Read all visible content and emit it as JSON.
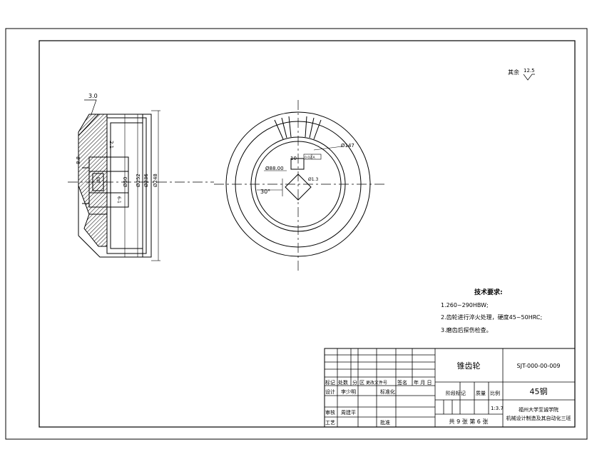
{
  "roughness": {
    "label": "其余",
    "value": "12.5"
  },
  "side_view": {
    "chamfer": "3.0",
    "dims": [
      "2.1",
      "8.8",
      "Ø5",
      "Ø50",
      "Ø252",
      "Ø236",
      "Ø248",
      "6-1"
    ]
  },
  "front_view": {
    "dims": [
      "Ø147",
      "10",
      "Ø88.00",
      "30°",
      "Ø1.3"
    ],
    "tol_frame": "0.02 A"
  },
  "tech_requirements": {
    "title": "技术要求:",
    "items": [
      "1.260~290HBW;",
      "2.齿轮进行淬火处理，硬度45~50HRC;",
      "3.磨齿后探伤检查。"
    ]
  },
  "title_block": {
    "part_name": "锥齿轮",
    "drawing_no": "SJT-000-00-009",
    "material": "45钢",
    "institution_1": "福州大学至诚学院",
    "institution_2": "机械设计制造及其自动化三班",
    "scale": "1:3.7",
    "sheets": "共 9 张  第 6 张",
    "row_labels": {
      "revision": [
        "标记",
        "处数",
        "分",
        "区",
        "更改文件号",
        "签名",
        "年 月 日"
      ],
      "design": "设计",
      "designer": "李少明",
      "standardize": "标准化",
      "review": "审核",
      "reviewer": "周建平",
      "process": "工艺",
      "approve": "批准",
      "stage_mark": "阶段标记",
      "weight": "质量",
      "scale_label": "比例"
    }
  }
}
